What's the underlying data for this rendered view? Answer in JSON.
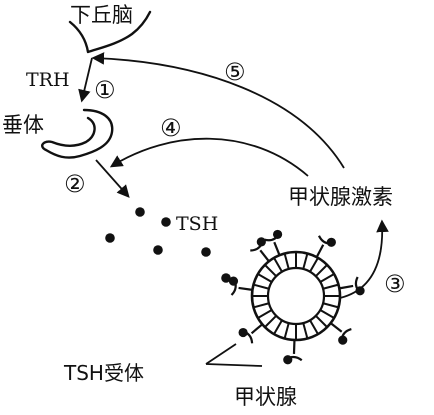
{
  "labels": {
    "hypothalamus": "下丘脑",
    "trh": "TRH",
    "pituitary": "垂体",
    "tsh": "TSH",
    "thyroid_hormone": "甲状腺激素",
    "tsh_receptor": "TSH受体",
    "thyroid": "甲状腺"
  },
  "steps": {
    "s1": "①",
    "s2": "②",
    "s3": "③",
    "s4": "④",
    "s5": "⑤"
  },
  "colors": {
    "ink": "#111111",
    "background": "#ffffff"
  }
}
